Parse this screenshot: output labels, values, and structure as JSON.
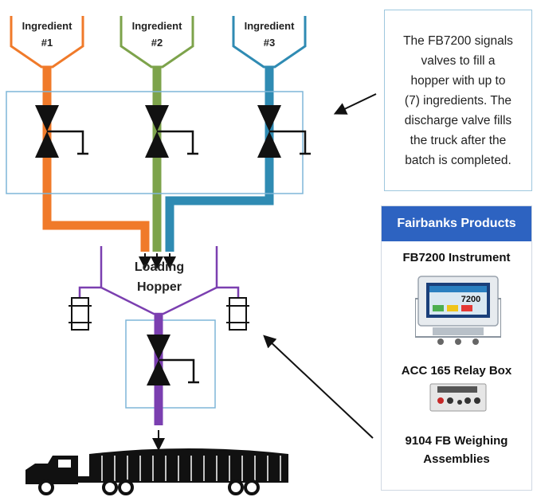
{
  "diagram": {
    "ingredients": [
      {
        "label_line1": "Ingredient",
        "label_line2": "#1",
        "color": "#f07a2a"
      },
      {
        "label_line1": "Ingredient",
        "label_line2": "#2",
        "color": "#7da34b"
      },
      {
        "label_line1": "Ingredient",
        "label_line2": "#3",
        "color": "#2f8bb3"
      }
    ],
    "hopper_label_line1": "Loading",
    "hopper_label_line2": "Hopper",
    "box_outline_color": "#7fb6d8",
    "discharge_color": "#7b3fb0"
  },
  "description": {
    "line1": "The FB7200 signals",
    "line2": "valves to fill a",
    "line3": "hopper with up to",
    "line4": "(7) ingredients.  The",
    "line5": "discharge valve fills",
    "line6": "the truck after the",
    "line7": "batch is completed."
  },
  "products": {
    "header": "Fairbanks Products",
    "header_color": "#2d63c1",
    "items": [
      {
        "name": "FB7200 Instrument",
        "display_value": "7200"
      },
      {
        "name": "ACC 165 Relay Box"
      },
      {
        "name_line1": "9104 FB Weighing",
        "name_line2": "Assemblies"
      }
    ]
  }
}
